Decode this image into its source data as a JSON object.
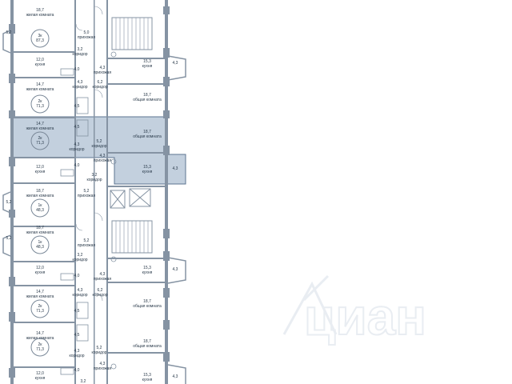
{
  "watermark": "циан",
  "colors": {
    "wall": "#8593a3",
    "highlight_fill": "#c3d0de",
    "highlight_stroke": "#5e7590",
    "badge_stroke": "#7a8898",
    "text": "#2a3a4a"
  },
  "labels": {
    "r1_area": "18,7",
    "r1_name": "жилая комната",
    "r1_badge_type": "3к",
    "r1_badge_area": "87,3",
    "r1_side": "5,2",
    "r1_hall": "5,0",
    "r1_hall_name": "прихожая",
    "r1_corr": "3,2",
    "r1_corr_name": "коридор",
    "r1_kitchen": "12,0",
    "r1_kitchen_name": "кухня",
    "r1_bath": "4,0",
    "r1_hall2": "4,3",
    "r1_hall2_name": "прихожая",
    "r1_rkitchen": "15,3",
    "r1_rkitchen_name": "кухня",
    "r1_rside": "4,3",
    "r2_room": "14,7",
    "r2_room_name": "жилая комната",
    "r2_corr": "4,3",
    "r2_corr_name": "коридор",
    "r2_corr2": "6,2",
    "r2_corr2_name": "коридор",
    "r2_badge_type": "2к",
    "r2_badge_area": "71,3",
    "r2_bath1": "4,5",
    "r2_bath2": "4,5",
    "r2_common": "18,7",
    "r2_common_name": "общая комната",
    "h_room": "14,7",
    "h_room_name": "жилая комната",
    "h_badge_type": "2к",
    "h_badge_area": "71,3",
    "h_corr": "4,3",
    "h_corr_name": "коридор",
    "h_corr2": "5,2",
    "h_corr2_name": "коридор",
    "h_common": "18,7",
    "h_common_name": "общая комната",
    "h_hall": "4,3",
    "h_hall_name": "прихожая",
    "h_kitchen": "15,3",
    "h_kitchen_name": "кухня",
    "h_side": "4,3",
    "r3_kitchen": "12,0",
    "r3_kitchen_name": "кухня",
    "r3_bath": "4,0",
    "r3_corr": "3,2",
    "r3_corr_name": "коридор",
    "r4_room": "18,7",
    "r4_room_name": "жилая комната",
    "r4_side": "5,2",
    "r4_badge_type": "1к",
    "r4_badge_area": "48,3",
    "r4_hall": "5,2",
    "r4_hall_name": "прихожая",
    "r5_room": "18,7",
    "r5_room_name": "жилая комната",
    "r5_side": "5,2",
    "r5_badge_type": "1к",
    "r5_badge_area": "48,3",
    "r5_hall": "5,2",
    "r5_hall_name": "прихожая",
    "r5_corr": "3,2",
    "r5_corr_name": "коридор",
    "r6_kitchen": "12,0",
    "r6_kitchen_name": "кухня",
    "r6_bath": "4,0",
    "r6_hall": "4,3",
    "r6_hall_name": "прихожая",
    "r6_rkitchen": "15,3",
    "r6_rkitchen_name": "кухня",
    "r6_rside": "4,3",
    "r7_room": "14,7",
    "r7_room_name": "жилая комната",
    "r7_corr": "4,3",
    "r7_corr_name": "коридор",
    "r7_corr2": "6,2",
    "r7_corr2_name": "коридор",
    "r7_badge_type": "2к",
    "r7_badge_area": "71,3",
    "r7_bath1": "4,5",
    "r7_bath2": "4,5",
    "r7_common": "18,7",
    "r7_common_name": "общая комната",
    "r8_room": "14,7",
    "r8_room_name": "жилая комната",
    "r8_badge_type": "2к",
    "r8_badge_area": "71,3",
    "r8_corr": "4,3",
    "r8_corr_name": "коридор",
    "r8_corr2": "5,2",
    "r8_corr2_name": "коридор",
    "r8_common": "18,7",
    "r8_common_name": "общая комната",
    "r9_kitchen": "12,0",
    "r9_kitchen_name": "кухня",
    "r9_bath": "4,0",
    "r9_hall": "4,3",
    "r9_hall_name": "прихожая",
    "r9_rkitchen": "15,3",
    "r9_rkitchen_name": "кухня",
    "r9_rside": "4,3",
    "r9_bottom": "3,2"
  }
}
